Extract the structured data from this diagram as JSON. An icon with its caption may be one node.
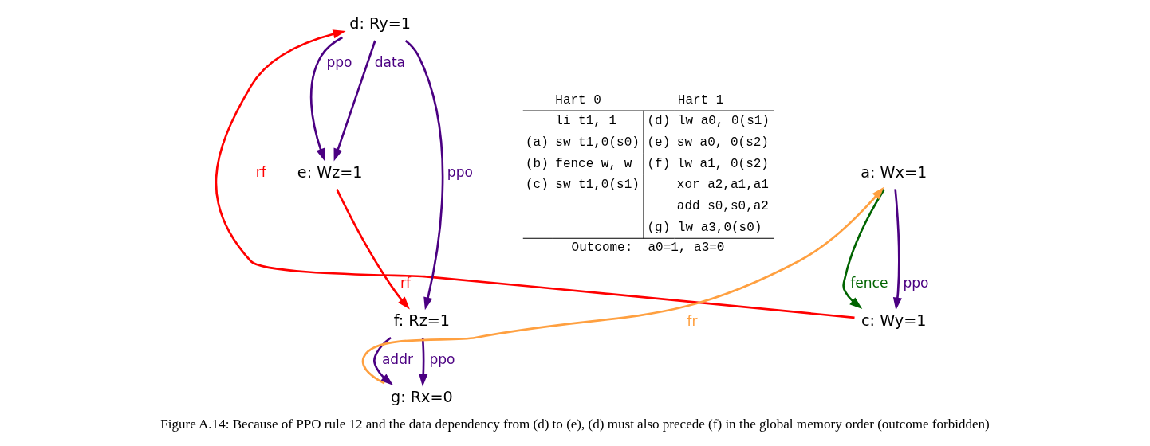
{
  "diagram": {
    "caption": "Figure A.14: Because of PPO rule 12 and the data dependency from (d) to (e), (d) must also precede (f) in the global memory order (outcome forbidden)",
    "nodes": [
      {
        "text": [
          "a: Wx=1"
        ]
      },
      {
        "text": [
          "c: Wy=1"
        ]
      },
      {
        "text": [
          "d: Ry=1"
        ]
      },
      {
        "text": [
          "e: Wz=1"
        ]
      },
      {
        "text": [
          "f: Rz=1"
        ]
      },
      {
        "text": [
          "g: Rx=0"
        ]
      }
    ],
    "edges": [
      {
        "from": 0,
        "to": 1,
        "arrow": "to",
        "label": "fence",
        "color": "#006400"
      },
      {
        "from": 0,
        "to": 1,
        "arrow": "to",
        "label": "ppo"
      },
      {
        "from": 1,
        "to": 2,
        "arrow": "to",
        "label": "rf",
        "color": "#ff0000"
      },
      {
        "from": 2,
        "to": 3,
        "arrow": "to",
        "label": "data"
      },
      {
        "from": 2,
        "to": 3,
        "arrow": "to",
        "label": "ppo"
      },
      {
        "from": 2,
        "to": 4,
        "arrow": "to",
        "label": "ppo"
      },
      {
        "from": 3,
        "to": 4,
        "arrow": "to",
        "label": "rf",
        "color": "#ff0000"
      },
      {
        "from": 5,
        "to": 0,
        "arrow": "to",
        "label": "fr",
        "color": "#ffa040"
      },
      {
        "from": 4,
        "to": 5,
        "arrow": "to",
        "label": "addr"
      },
      {
        "from": 4,
        "to": 5,
        "arrow": "to",
        "label": "ppo"
      }
    ],
    "labels": [
      "Hart 0",
      "Hart 1",
      "li t1, 1",
      "(d)",
      "lw a0, 0(s1)",
      "(a)",
      "sw t1,0(s0)",
      "(e)",
      "sw a0, 0(s2)",
      "(b)",
      "fence w, w",
      "(f)",
      "lw a1, 0(s2)",
      "(c)",
      "sw t1,0(s1)",
      "xor a2,a1,a1",
      "add s0,s0,a2",
      "(g)",
      "lw a3,0(s0)",
      "Outcome:  a0=1, a3=0"
    ]
  }
}
